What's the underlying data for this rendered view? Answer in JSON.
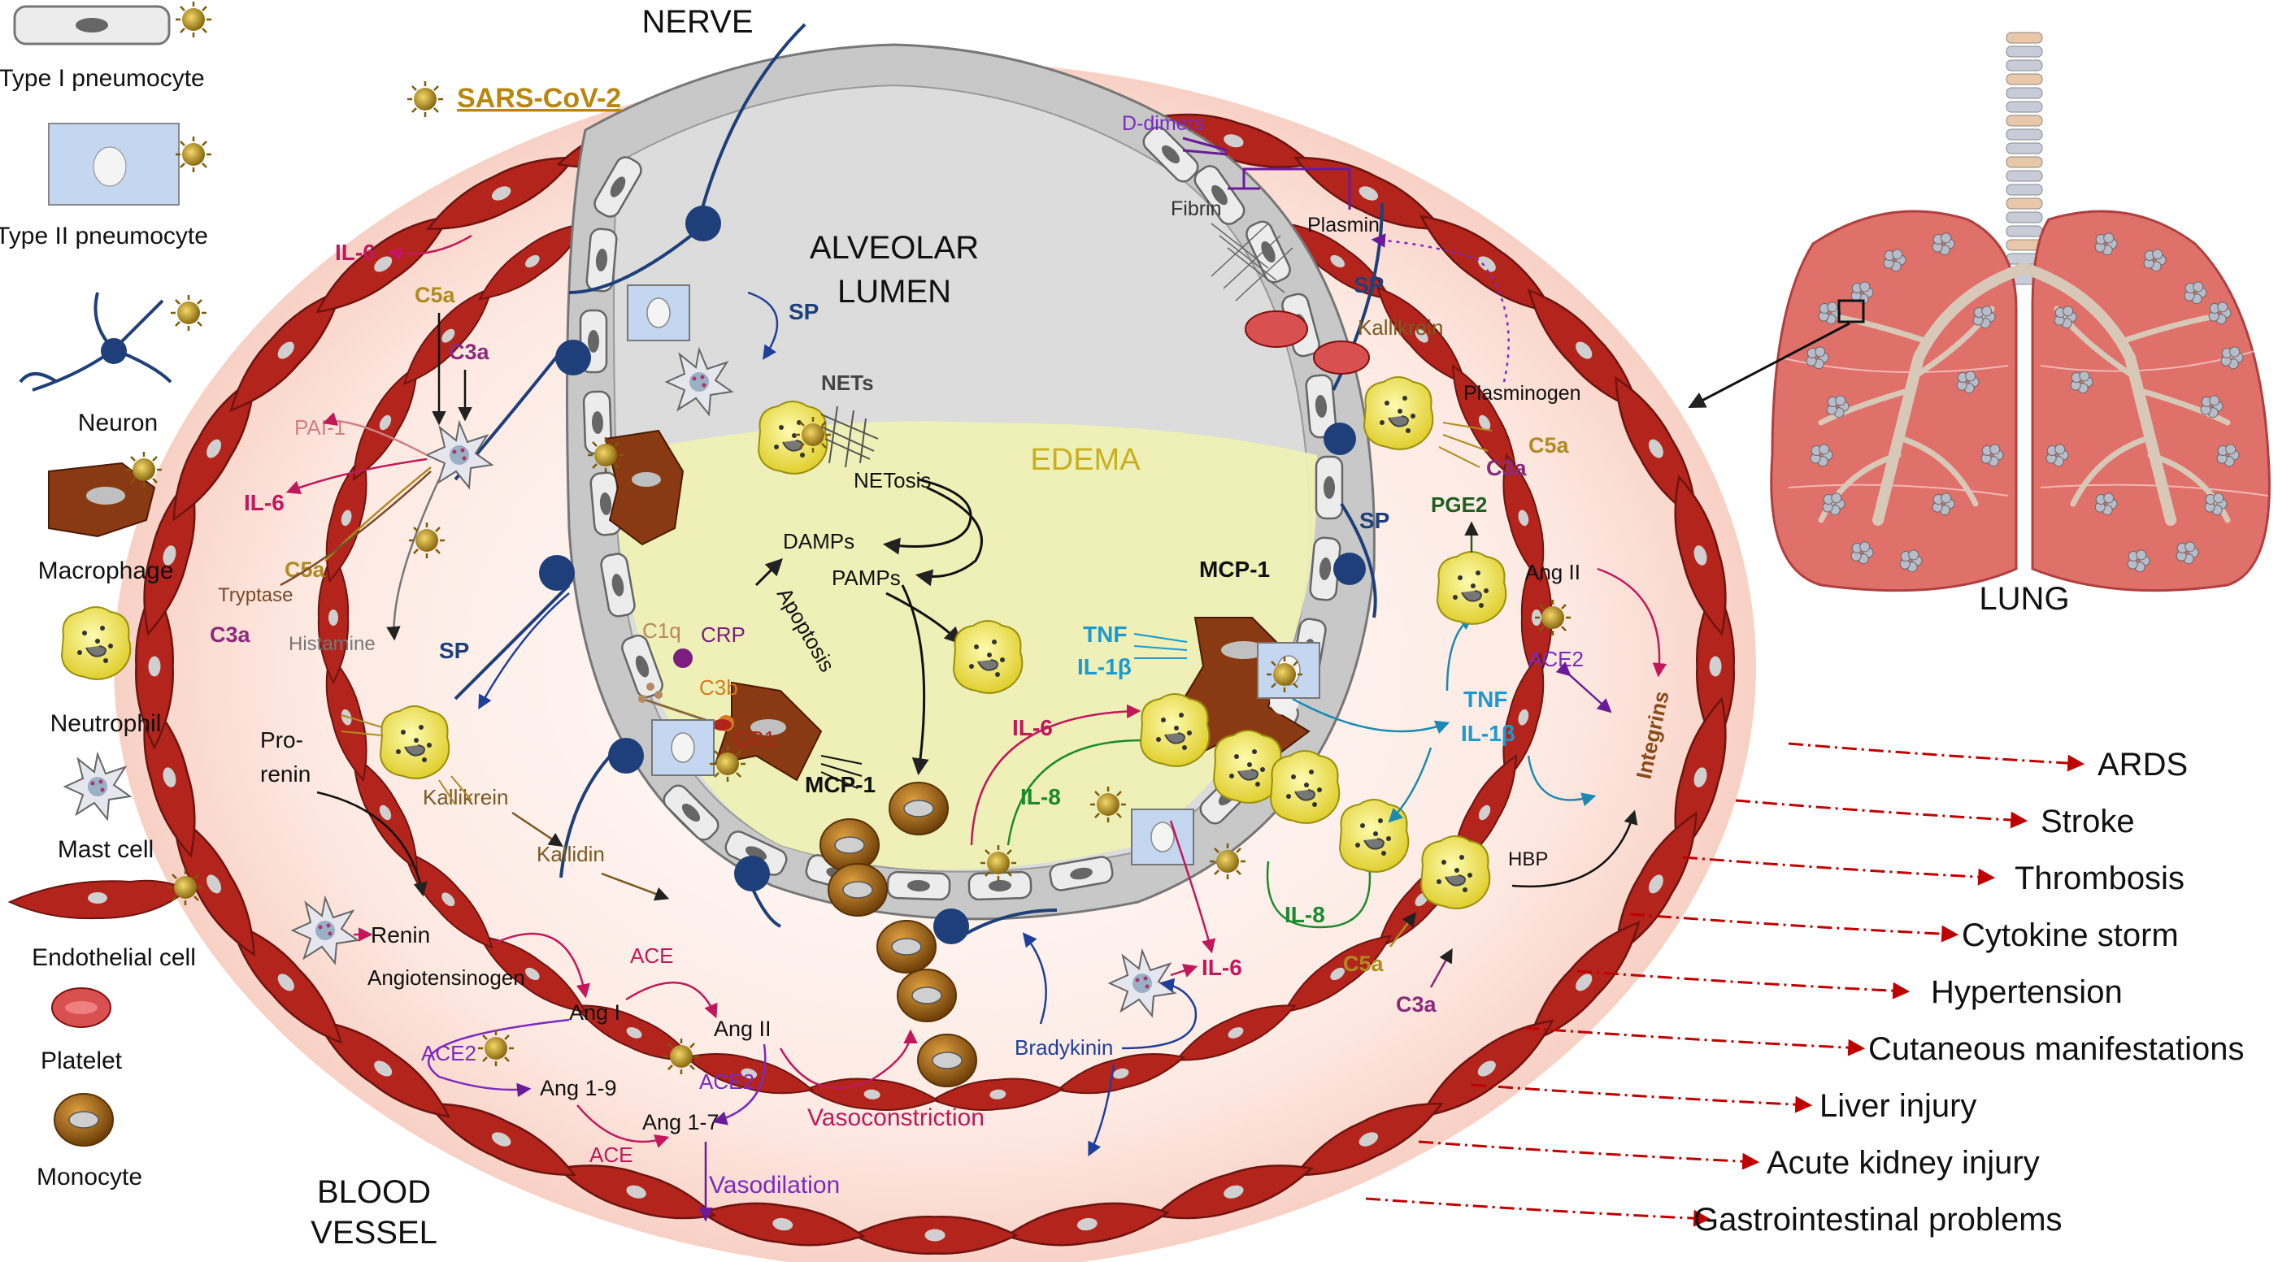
{
  "legend": {
    "items": [
      {
        "label": "Type I pneumocyte"
      },
      {
        "label": "Type II pneumocyte"
      },
      {
        "label": "Neuron"
      },
      {
        "label": "Macrophage"
      },
      {
        "label": "Neutrophil"
      },
      {
        "label": "Mast cell"
      },
      {
        "label": "Endothelial cell"
      },
      {
        "label": "Platelet"
      },
      {
        "label": "Monocyte"
      }
    ],
    "virus_label": "SARS-CoV-2"
  },
  "regions": {
    "nerve": "NERVE",
    "alveolar_lumen_1": "ALVEOLAR",
    "alveolar_lumen_2": "LUMEN",
    "edema": "EDEMA",
    "blood_vessel_1": "BLOOD",
    "blood_vessel_2": "VESSEL",
    "lung": "LUNG"
  },
  "labels": {
    "il6_a": "IL-6",
    "sp_a": "SP",
    "c5a_a": "C5a",
    "c3a_a": "C3a",
    "pai1": "PAI-1",
    "il6_b": "IL-6",
    "c5a_b": "C5a",
    "tryptase": "Tryptase",
    "c3a_b": "C3a",
    "histamine": "Histamine",
    "sp_b": "SP",
    "prorenin_1": "Pro-",
    "prorenin_2": "renin",
    "kallikrein_a": "Kallikrein",
    "kallidin": "Kallidin",
    "renin": "Renin",
    "angiotensinogen": "Angiotensinogen",
    "ang1": "Ang I",
    "ace_a": "ACE",
    "ang2_a": "Ang II",
    "ace2_a": "ACE2",
    "ang19": "Ang 1-9",
    "ace2_b": "ACE2",
    "ang17": "Ang 1-7",
    "ace_b": "ACE",
    "vasodilation": "Vasodilation",
    "vasoconstriction": "Vasoconstriction",
    "nets": "NETs",
    "netosis": "NETosis",
    "damps": "DAMPs",
    "pamps": "PAMPs",
    "apoptosis": "Apoptosis",
    "c1q": "C1q",
    "crp": "CRP",
    "c3b": "C3b",
    "cr1": "CR1",
    "mcp1_a": "MCP-1",
    "mcp1_b": "MCP-1",
    "tnf_a": "TNF",
    "il1b_a": "IL-1β",
    "il6_c": "IL-6",
    "il8_a": "IL-8",
    "il8_b": "IL-8",
    "il6_d": "IL-6",
    "bradykinin": "Bradykinin",
    "c5a_c": "C5a",
    "c3a_c": "C3a",
    "hbp": "HBP",
    "tnf_b": "TNF",
    "il1b_b": "IL-1β",
    "integrins": "Integrins",
    "ace2_c": "ACE2",
    "ang2_b": "Ang II",
    "pge2": "PGE2",
    "sp_c": "SP",
    "c5a_d": "C5a",
    "c3a_d": "C3a",
    "plasminogen": "Plasminogen",
    "kallikrein_b": "Kallikrein",
    "plasmin": "Plasmin",
    "fibrin": "Fibrin",
    "ddimers": "D-dimers",
    "sp_d": "SP"
  },
  "outcomes": [
    "ARDS",
    "Stroke",
    "Thrombosis",
    "Cytokine storm",
    "Hypertension",
    "Cutaneous manifestations",
    "Liver injury",
    "Acute kidney injury",
    "Gastrointestinal problems"
  ],
  "colors": {
    "endothelial": "#b3241c",
    "vessel_fill": "#fbe3db",
    "lumen": "#d9d9d9",
    "edema": "#eef0b4",
    "pneumo2": "#c5d6f0",
    "neuron": "#1f3f7a",
    "macrophage": "#8a3a12",
    "neutrophil": "#f2ec5a",
    "monocyte": "#a86a18",
    "lung": "#e0706a",
    "outcome_arrow": "#c00000"
  }
}
